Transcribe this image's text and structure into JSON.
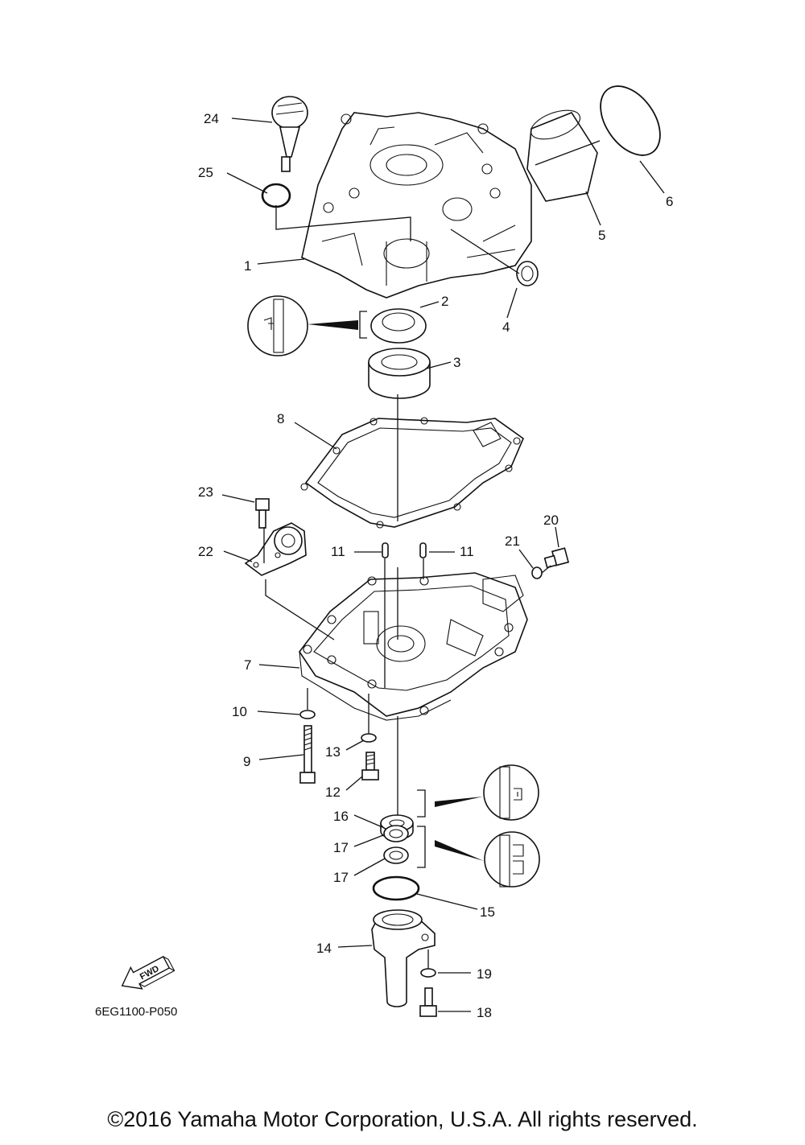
{
  "callouts": [
    "1",
    "2",
    "3",
    "4",
    "5",
    "6",
    "7",
    "8",
    "9",
    "10",
    "11",
    "12",
    "13",
    "14",
    "15",
    "16",
    "17",
    "18",
    "19",
    "20",
    "21",
    "22",
    "23",
    "24",
    "25"
  ],
  "diagram_code": "6EG1100-P050",
  "fwd_label": "FWD",
  "copyright": "©2016 Yamaha Motor Corporation, U.S.A. All rights reserved."
}
